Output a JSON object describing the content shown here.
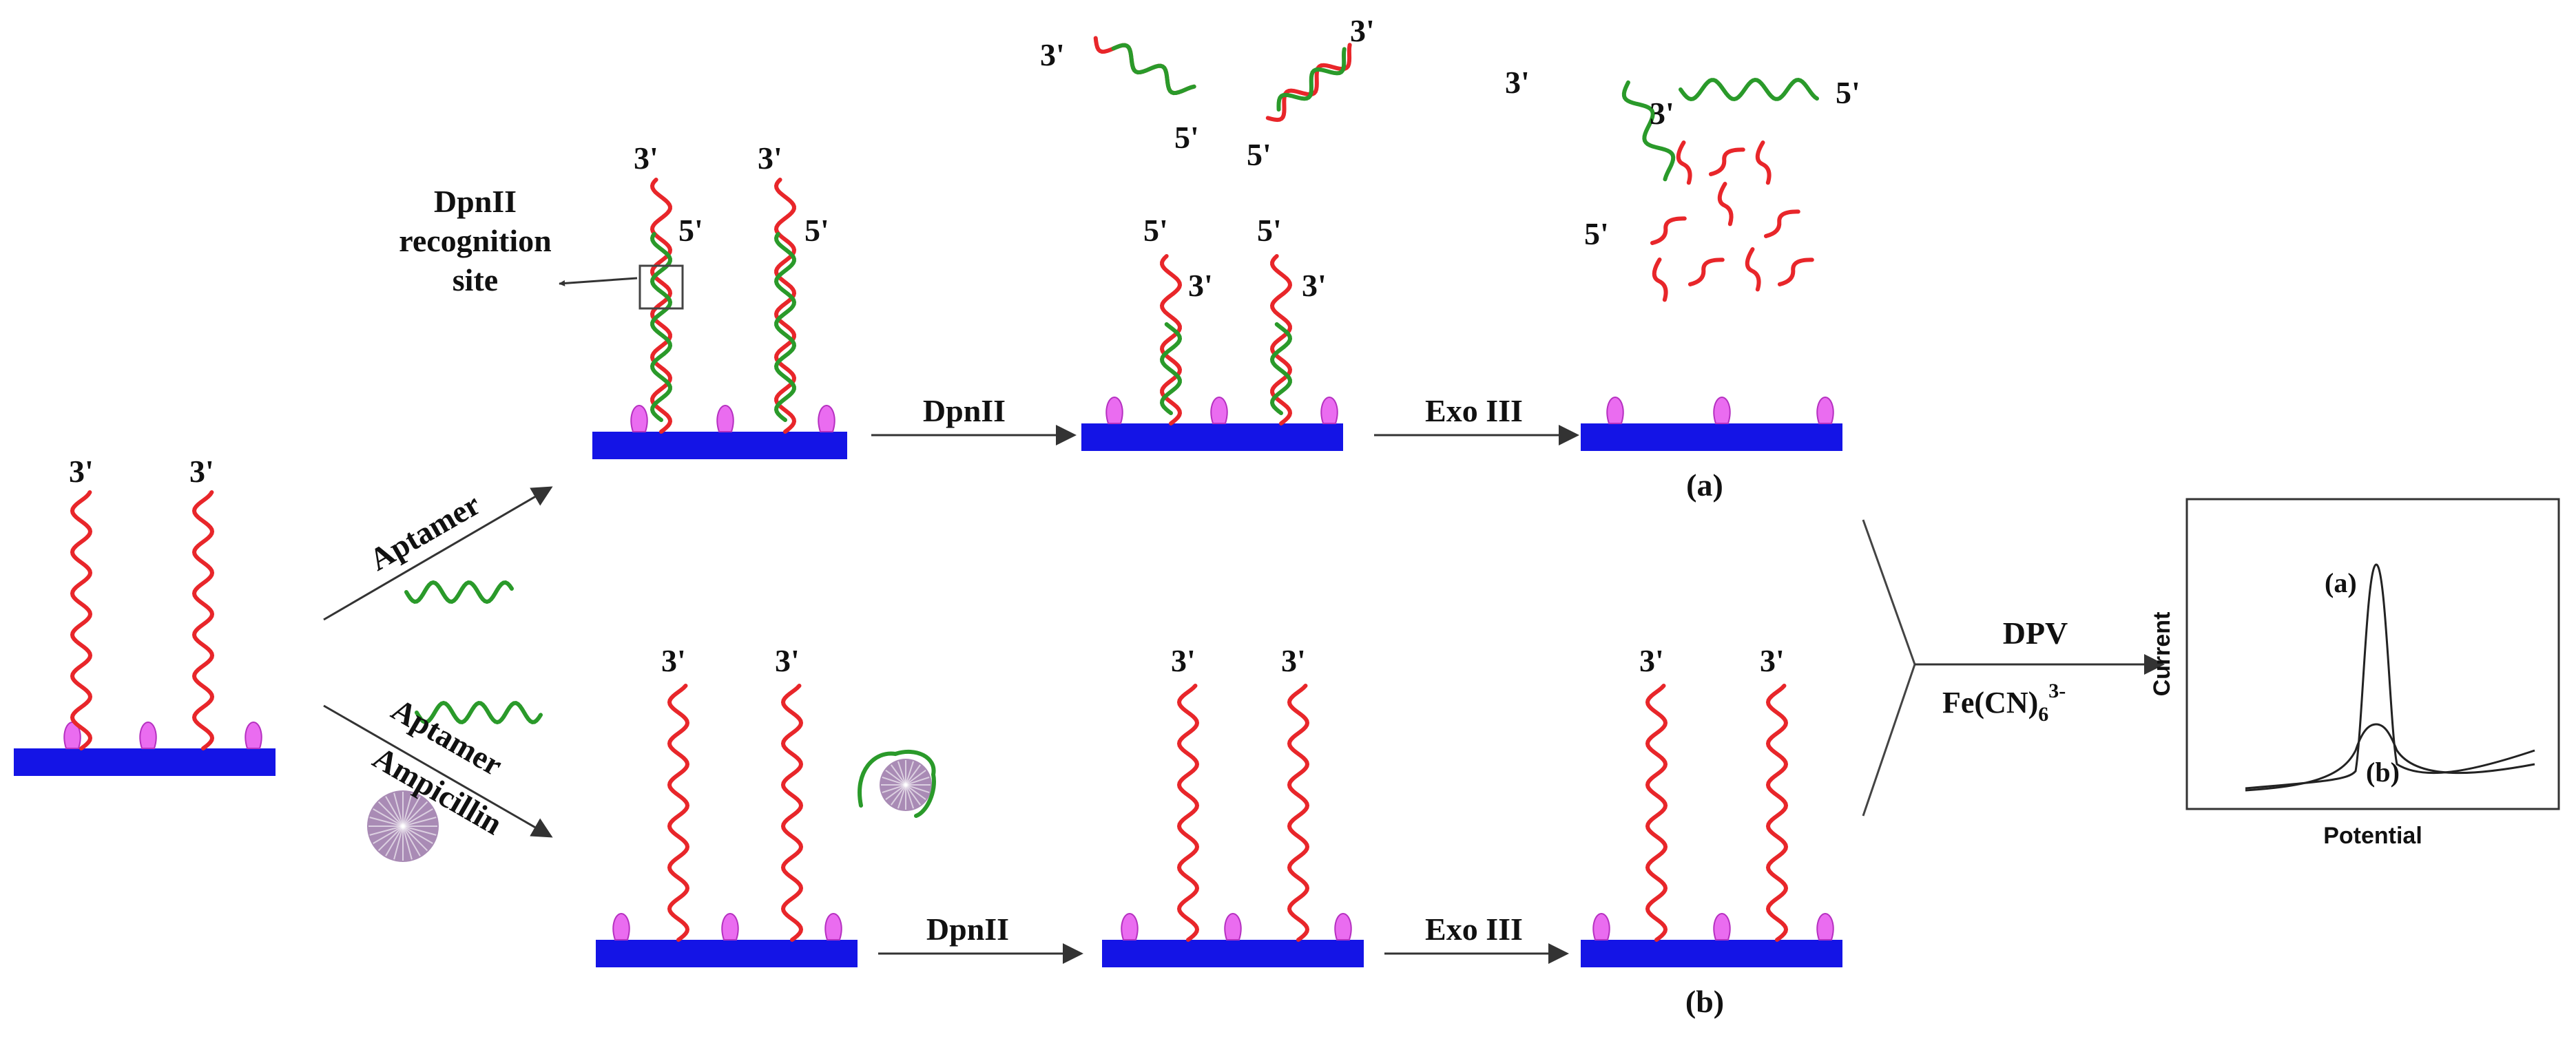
{
  "colors": {
    "surface": "#1414e6",
    "probe_strand": "#e8262a",
    "aptamer_strand": "#2a9a2a",
    "anchor": "#ea6cf0",
    "arrow": "#333333",
    "ampicillin": "#a98bb5"
  },
  "labels": {
    "prime3": "3'",
    "prime5": "5'",
    "recognition": [
      "DpnII",
      "recognition",
      "site"
    ],
    "aptamer": "Aptamer",
    "ampicillin": "Ampicillin",
    "dpnii": "DpnII",
    "exo": "Exo III",
    "path_a": "(a)",
    "path_b": "(b)",
    "dpv": "DPV",
    "ferri": "Fe(CN)",
    "ferri_sub": "6",
    "ferri_sup": "3-"
  },
  "chart_data": {
    "type": "line",
    "title": "",
    "xlabel": "Potential",
    "ylabel": "Current",
    "series": [
      {
        "name": "(a)",
        "peak": "high"
      },
      {
        "name": "(b)",
        "peak": "low"
      }
    ]
  }
}
